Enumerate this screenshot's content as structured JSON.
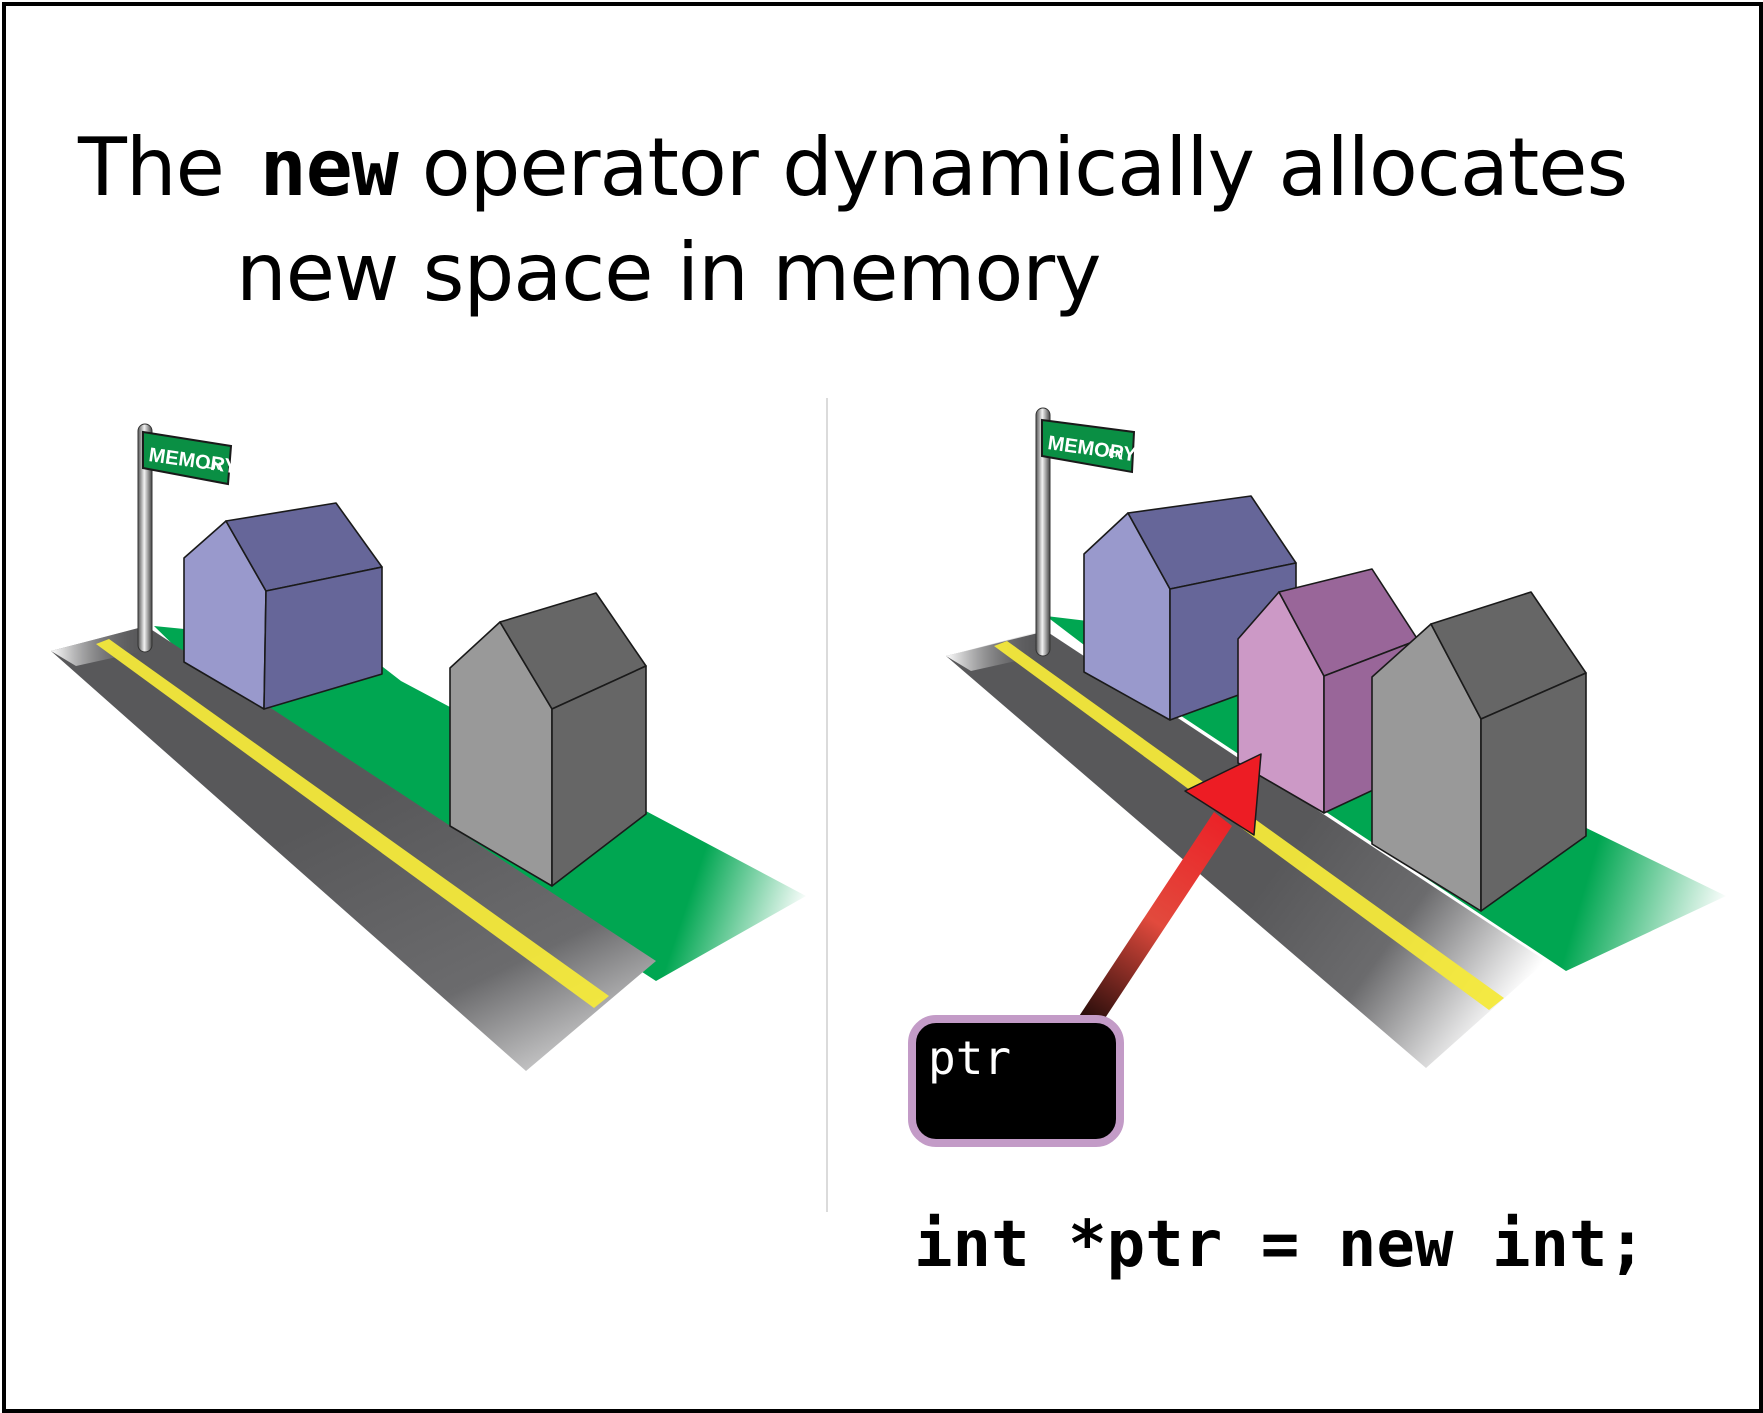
{
  "title": {
    "prefix": "The",
    "keyword": "new",
    "suffix": "operator dynamically allocates",
    "line2": "new space in memory"
  },
  "street_sign": {
    "main": "MEMORY",
    "suffix": "LN"
  },
  "pointer_label": "ptr",
  "code": "int *ptr = new int;",
  "colors": {
    "road": "#555557",
    "road_line": "#f4e93a",
    "grass": "#00a651",
    "sign": "#0a8f44",
    "house_blue_front": "#9999cc",
    "house_blue_side": "#666699",
    "house_pink_front": "#cc99c6",
    "house_pink_side": "#996699",
    "house_gray_front": "#999999",
    "house_gray_side": "#666666",
    "arrow": "#ed1c24",
    "pointer_box_border": "#c39bc7"
  },
  "icons": [
    "street-sign-icon",
    "house-icon",
    "arrow-icon"
  ]
}
